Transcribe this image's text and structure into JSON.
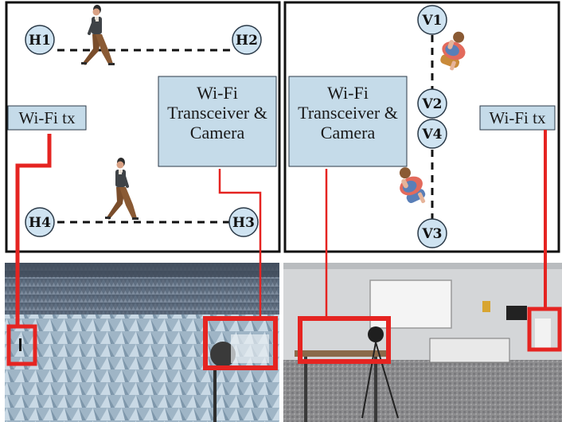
{
  "colors": {
    "box_fill": "#c5dbe9",
    "node_fill": "#cfe3f1",
    "highlight": "#e52421",
    "path": "#111111"
  },
  "left_panel": {
    "nodes": {
      "h1": "H1",
      "h2": "H2",
      "h3": "H3",
      "h4": "H4"
    },
    "transceiver": {
      "line1": "Wi-Fi",
      "line2": "Transceiver &",
      "line3": "Camera"
    },
    "tx": "Wi-Fi tx"
  },
  "right_panel": {
    "nodes": {
      "v1": "V1",
      "v2": "V2",
      "v3": "V3",
      "v4": "V4"
    },
    "transceiver": {
      "line1": "Wi-Fi",
      "line2": "Transceiver &",
      "line3": "Camera"
    },
    "tx": "Wi-Fi tx"
  },
  "icons": {
    "walking_person_top": "walking-person-icon",
    "walking_person_bottom": "walking-person-icon",
    "topdown_person_top": "person-topdown-icon",
    "topdown_person_bottom": "person-topdown-icon"
  }
}
